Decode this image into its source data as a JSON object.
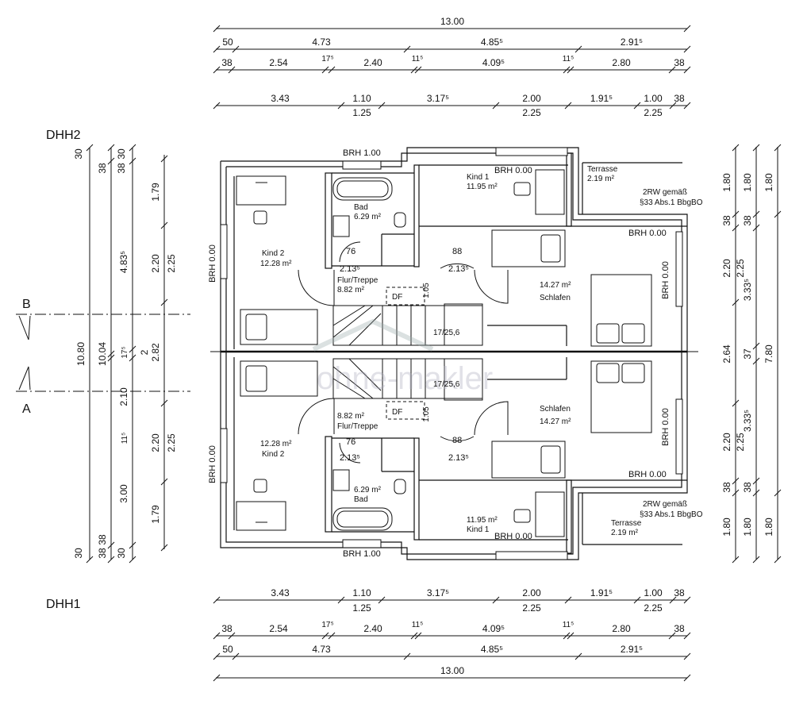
{
  "labels": {
    "top_house": "DHH2",
    "bottom_house": "DHH1",
    "section_b": "B",
    "section_a": "A"
  },
  "watermark": "ohne-makler",
  "dims": {
    "top_overall": "13.00",
    "outer": [
      "50",
      "4.73",
      "4.85⁵",
      "2.91⁵"
    ],
    "detail": [
      "38",
      "2.54",
      "17⁵",
      "2.40",
      "11⁵",
      "4.09⁵",
      "11⁵",
      "2.80",
      "38"
    ],
    "inner_a": [
      "3.43",
      "1.10",
      "3.17⁵",
      "2.00",
      "1.91⁵",
      "1.00",
      "38"
    ],
    "inner_b": [
      "1.25",
      "2.25",
      "2.25"
    ],
    "left_overall": "10.80",
    "left_a": [
      "30",
      "38",
      "4.83⁵",
      "17⁵",
      "11⁵",
      "3.00",
      "38",
      "30"
    ],
    "left_b": [
      "10.04"
    ],
    "left_c": [
      "30",
      "38",
      "1.79",
      "2.20",
      "2",
      "2.10",
      "2.20",
      "1.79",
      "30",
      "38"
    ],
    "left_d": [
      "2.25",
      "2.82",
      "2.25"
    ],
    "right_a": [
      "1.80",
      "38",
      "2.20",
      "2.64",
      "2.20",
      "38",
      "1.80"
    ],
    "right_b": [
      "1.80",
      "38",
      "2.25",
      "37",
      "2.25",
      "38",
      "1.80"
    ],
    "right_c": [
      "3.33⁵",
      "3.33⁵"
    ],
    "right_overall": [
      "1.80",
      "7.80",
      "1.80"
    ]
  },
  "rooms_top": {
    "kind2": [
      "Kind 2",
      "12.28 m²"
    ],
    "bad": [
      "Bad",
      "6.29 m²"
    ],
    "kind1": [
      "Kind 1",
      "11.95 m²"
    ],
    "terrasse": [
      "Terrasse",
      "2.19 m²"
    ],
    "flur": [
      "Flur/Treppe",
      "8.82 m²"
    ],
    "schlafen": [
      "14.27 m²",
      "Schlafen"
    ],
    "rw": [
      "2RW gemäß",
      "§33 Abs.1 BbgBO"
    ]
  },
  "rooms_bottom": {
    "kind2": [
      "12.28 m²",
      "Kind 2"
    ],
    "bad": [
      "6.29 m²",
      "Bad"
    ],
    "kind1": [
      "11.95 m²",
      "Kind 1"
    ],
    "terrasse": [
      "Terrasse",
      "2.19 m²"
    ],
    "flur": [
      "8.82 m²",
      "Flur/Treppe"
    ],
    "schlafen": [
      "Schlafen",
      "14.27 m²"
    ],
    "rw": [
      "2RW gemäß",
      "§33 Abs.1 BbgBO"
    ]
  },
  "brh": {
    "brh100": "BRH 1.00",
    "brh000": "BRH 0.00"
  },
  "doors": {
    "d76": "76",
    "d88": "88",
    "d213": "2.13⁵"
  },
  "stair": {
    "df": "DF",
    "w105": "1.05",
    "s1": "17/25,6",
    "s2": "17/25,6"
  }
}
